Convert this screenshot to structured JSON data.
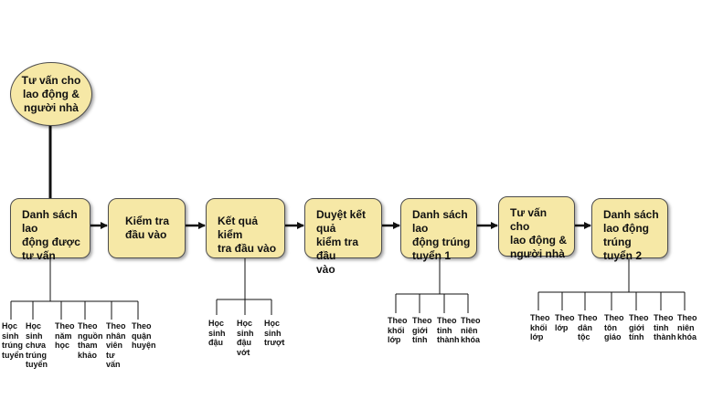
{
  "top_node": "Tư vấn cho\nlao động &\nngười nhà",
  "steps": [
    {
      "label": "Danh sách lao\nđộng được\ntư vấn"
    },
    {
      "label": "Kiểm tra\nđầu vào"
    },
    {
      "label": "Kết quả kiểm\ntra đầu vào"
    },
    {
      "label": "Duyệt kết quả\nkiểm tra đầu\nvào"
    },
    {
      "label": "Danh sách lao\nđộng trúng\ntuyển 1"
    },
    {
      "label": "Tư vấn cho\nlao động &\nngười nhà"
    },
    {
      "label": "Danh sách\nlao động\ntrúng tuyển 2"
    }
  ],
  "group1": [
    "Học\nsinh\ntrúng\ntuyển",
    "Học\nsinh\nchưa\ntrúng\ntuyển",
    "Theo\nnăm\nhọc",
    "Theo\nnguồn\ntham\nkhảo",
    "Theo\nnhân\nviên\ntư\nvấn",
    "Theo\nquận\nhuyện"
  ],
  "group2": [
    "Học\nsinh\nđậu",
    "Học\nsinh\nđậu\nvớt",
    "Học\nsinh\ntrượt"
  ],
  "group3": [
    "Theo\nkhối\nlớp",
    "Theo\ngiới\ntính",
    "Theo\ntỉnh\nthành",
    "Theo\nniên\nkhóa"
  ],
  "group4": [
    "Theo\nkhối\nlớp",
    "Theo\nlớp",
    "Theo\ndân\ntộc",
    "Theo\ntôn\ngiáo",
    "Theo\ngiới\ntính",
    "Theo\ntỉnh\nthành",
    "Theo\nniên\nkhóa"
  ],
  "colors": {
    "node_fill": "#f6e8a6",
    "node_border": "#4d4d4d",
    "line": "#111111"
  }
}
